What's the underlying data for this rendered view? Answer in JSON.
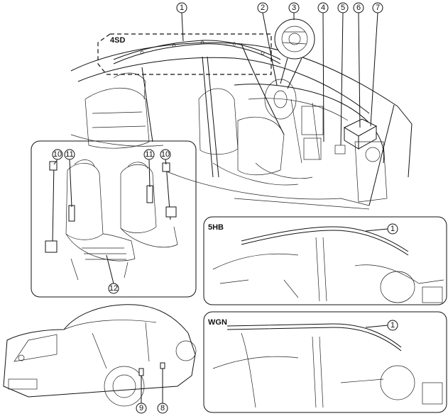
{
  "diagram": {
    "callouts": [
      "1",
      "2",
      "3",
      "4",
      "5",
      "6",
      "7",
      "8",
      "9",
      "10",
      "11",
      "12"
    ],
    "variant_labels": {
      "sedan": "4SD",
      "hatchback": "5HB",
      "wagon": "WGN"
    }
  }
}
